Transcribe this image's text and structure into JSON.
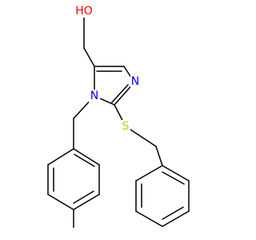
{
  "atoms": {
    "oh": {
      "text": "HO",
      "color": "#ff0000"
    },
    "n_imine": {
      "text": "N",
      "color": "#0000ff"
    },
    "n_ring": {
      "text": "N",
      "color": "#0000ff"
    },
    "sulfur": {
      "text": "S",
      "color": "#cccc00"
    }
  }
}
